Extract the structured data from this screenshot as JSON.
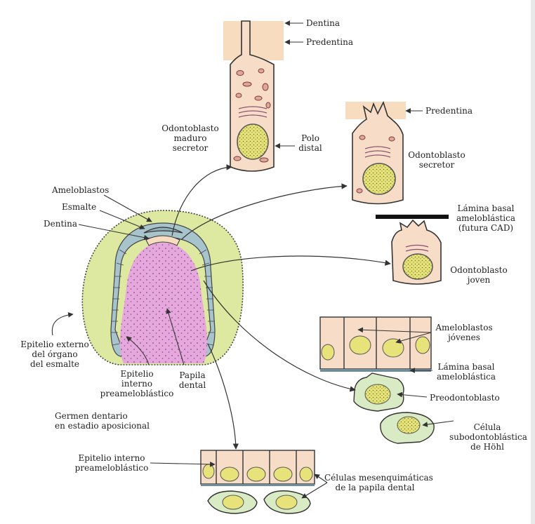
{
  "labels": {
    "dentina_top": "Dentina",
    "predentina_top": "Predentina",
    "odontoblasto_maduro": [
      "Odontoblasto",
      "maduro",
      "secretor"
    ],
    "polo_distal": [
      "Polo",
      "distal"
    ],
    "predentina_right": "Predentina",
    "odontoblasto_secretor": [
      "Odontoblasto",
      "secretor"
    ],
    "lamina_basal_cad": [
      "Lámina basal",
      "ameloblástica",
      "(futura CAD)"
    ],
    "odontoblasto_joven": [
      "Odontoblasto",
      "joven"
    ],
    "ameloblastos": "Ameloblastos",
    "esmalte": "Esmalte",
    "dentina_left": "Dentina",
    "epitelio_externo": [
      "Epitelio externo",
      "del órgano",
      "del esmalte"
    ],
    "epitelio_interno_mid": [
      "Epitelio",
      "interno",
      "preameloblástico"
    ],
    "papila_dental": [
      "Papila",
      "dental"
    ],
    "germen": [
      "Germen dentario",
      "en estadio aposicional"
    ],
    "ameloblastos_jovenes": [
      "Ameloblastos",
      "jóvenes"
    ],
    "lamina_basal_amelo": [
      "Lámina basal",
      "ameloblástica"
    ],
    "preodontoblasto": "Preodontoblasto",
    "celula_hohl": [
      "Célula",
      "subodontoblástica",
      "de Höhl"
    ],
    "epitelio_interno_bottom": [
      "Epitelio interno",
      "preameloblástico"
    ],
    "celulas_mesenquimaticas": [
      "Células mesenquimáticas",
      "de la papila dental"
    ]
  },
  "colors": {
    "enamel_organ": "#dde9a0",
    "papilla": "#e6a8dc",
    "dentin": "#f7dcc0",
    "cell_body": "#f7ddc8",
    "nucleus": "#e8e27a",
    "epithelium": "#a7c4cc",
    "young_cell": "#d8ebc4",
    "line": "#333333"
  }
}
